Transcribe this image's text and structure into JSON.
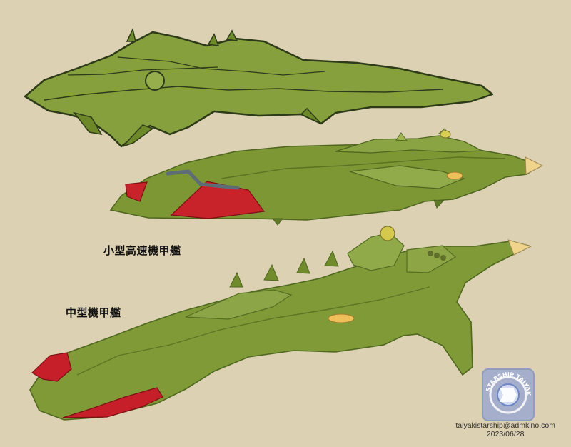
{
  "labels": {
    "small_fast_ship": "小型高速機甲艦",
    "medium_ship": "中型機甲艦"
  },
  "credit": {
    "email": "taiyakistarship@admkino.com",
    "date": "2023/06/28"
  },
  "stamp": {
    "text": "STARSHIP TAIYAKI"
  },
  "colors": {
    "background": "#ddd1b3",
    "hull_green": "#7f9a36",
    "hull_dark": "#55701f",
    "accent_red": "#c8222a",
    "stamp_blue": "#6f86c4"
  }
}
